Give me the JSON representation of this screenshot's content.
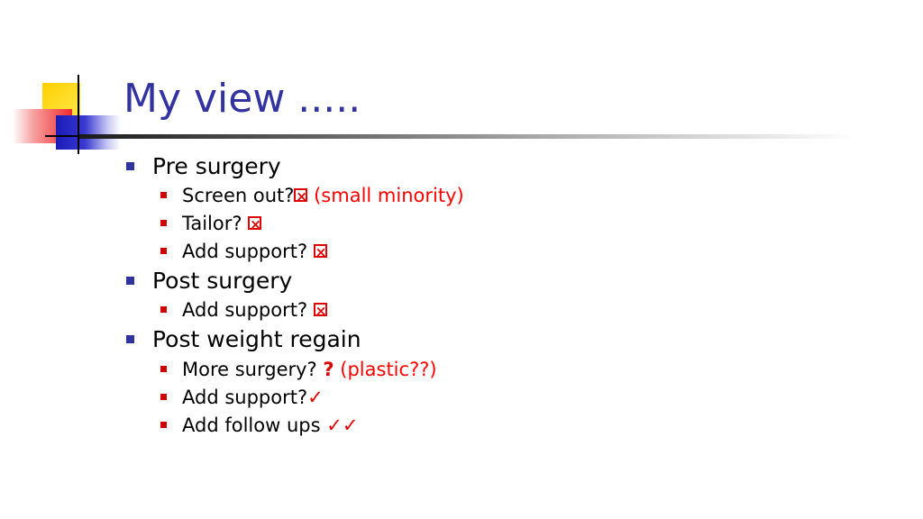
{
  "slide": {
    "title": "My view .....",
    "items": [
      {
        "label": "Pre surgery",
        "sub": [
          {
            "text": "Screen out?",
            "mark": "☒",
            "note": "(small minority)"
          },
          {
            "text": "Tailor?",
            "mark": "☒",
            "note": ""
          },
          {
            "text": "Add support?",
            "mark": "☒",
            "note": ""
          }
        ]
      },
      {
        "label": "Post surgery",
        "sub": [
          {
            "text": "Add support?",
            "mark": "☒",
            "note": ""
          }
        ]
      },
      {
        "label": "Post weight regain",
        "sub": [
          {
            "text": "More surgery?",
            "mark": "?",
            "note": "(plastic??)"
          },
          {
            "text": "Add support?",
            "mark": "✓",
            "note": ""
          },
          {
            "text": "Add follow ups",
            "mark": "✓✓",
            "note": ""
          }
        ]
      }
    ]
  },
  "icons": {
    "cross_box": "x-box-icon",
    "check": "check-icon",
    "question": "question-icon"
  },
  "colors": {
    "title": "#3333a0",
    "accent_red": "#dd0000",
    "bullet_l1": "#3333a0",
    "bullet_l2": "#cc0000"
  }
}
